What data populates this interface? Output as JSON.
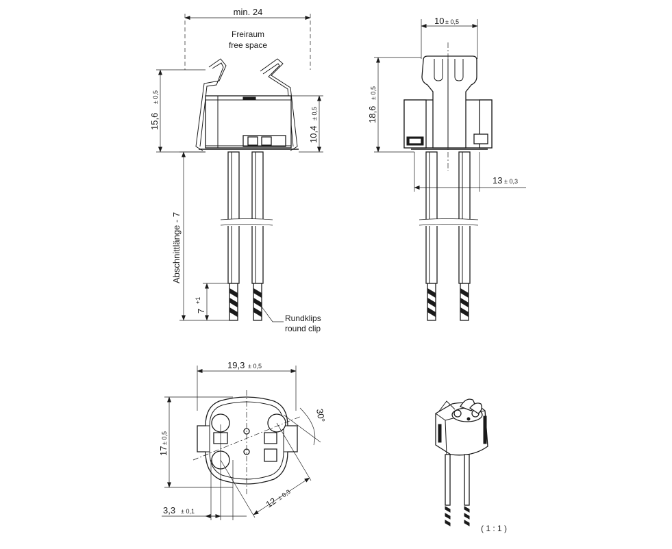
{
  "dimensions": {
    "min_width": "min. 24",
    "height_total": "15,6",
    "height_total_tol": "± 0,5",
    "height_body": "10,4",
    "height_body_tol": "± 0,5",
    "cut_length": "Abschnittlänge - 7",
    "strip_length": "7",
    "strip_length_tol": "+1",
    "side_width": "10",
    "side_width_tol": "± 0,5",
    "side_height": "18,6",
    "side_height_tol": "± 0,5",
    "lead_spacing_side": "13",
    "lead_spacing_side_tol": "± 0,3",
    "top_width": "19,3",
    "top_width_tol": "± 0,5",
    "top_height": "17",
    "top_height_tol": "± 0,5",
    "angle": "30°",
    "pin_distance": "12",
    "pin_distance_tol": "± 0,3",
    "offset": "3,3",
    "offset_tol": "± 0,1"
  },
  "notes": {
    "free_space_de": "Freiraum",
    "free_space_en": "free space",
    "clip_de": "Rundklips",
    "clip_en": "round clip",
    "scale": "( 1 : 1 )"
  },
  "colors": {
    "line": "#1a1a1a",
    "background": "#ffffff"
  }
}
